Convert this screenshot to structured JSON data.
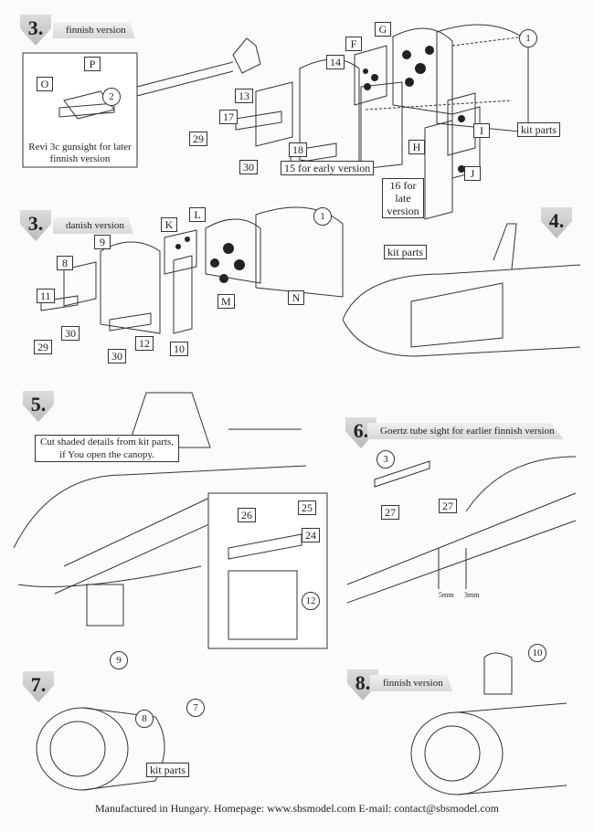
{
  "steps": {
    "s3a": {
      "number": "3.",
      "label": "finnish version"
    },
    "s3b": {
      "number": "3.",
      "label": "danish version"
    },
    "s4": {
      "number": "4."
    },
    "s5": {
      "number": "5."
    },
    "s6": {
      "number": "6.",
      "label": "Goertz tube sight for earlier finnish version"
    },
    "s7": {
      "number": "7."
    },
    "s8": {
      "number": "8.",
      "label": "finnish version"
    }
  },
  "finnish": {
    "inset_caption": "Revi 3c gunsight for later finnish version",
    "parts": {
      "P": "P",
      "O": "O",
      "c2": "2",
      "p13": "13",
      "p14": "14",
      "F": "F",
      "G": "G",
      "p17": "17",
      "p29": "29",
      "p30": "30",
      "p18": "18",
      "H": "H",
      "I": "I",
      "J": "J",
      "kit": "kit parts",
      "c1": "1"
    },
    "early": "15  for early version",
    "late": "16  for late version"
  },
  "danish": {
    "parts": {
      "K": "K",
      "L": "L",
      "c1": "1",
      "p9": "9",
      "p8": "8",
      "p11": "11",
      "p29": "29",
      "p30a": "30",
      "p30b": "30",
      "p12": "12",
      "p10": "10",
      "M": "M",
      "N": "N",
      "kit": "kit parts"
    }
  },
  "step5": {
    "callout": "Cut shaded details from kit parts, if You open the canopy.",
    "parts": {
      "p26": "26",
      "p25": "25",
      "p24": "24",
      "c12": "12"
    }
  },
  "step6": {
    "parts": {
      "c3": "3",
      "p27a": "27",
      "p27b": "27"
    },
    "dim1": "5mm",
    "dim2": "3mm"
  },
  "step7": {
    "parts": {
      "c9": "9",
      "c8": "8",
      "c7": "7",
      "kit": "kit parts"
    }
  },
  "step8": {
    "parts": {
      "c10": "10"
    }
  },
  "footer": "Manufactured in Hungary.  Homepage: www.sbsmodel.com  E-mail: contact@sbsmodel.com"
}
